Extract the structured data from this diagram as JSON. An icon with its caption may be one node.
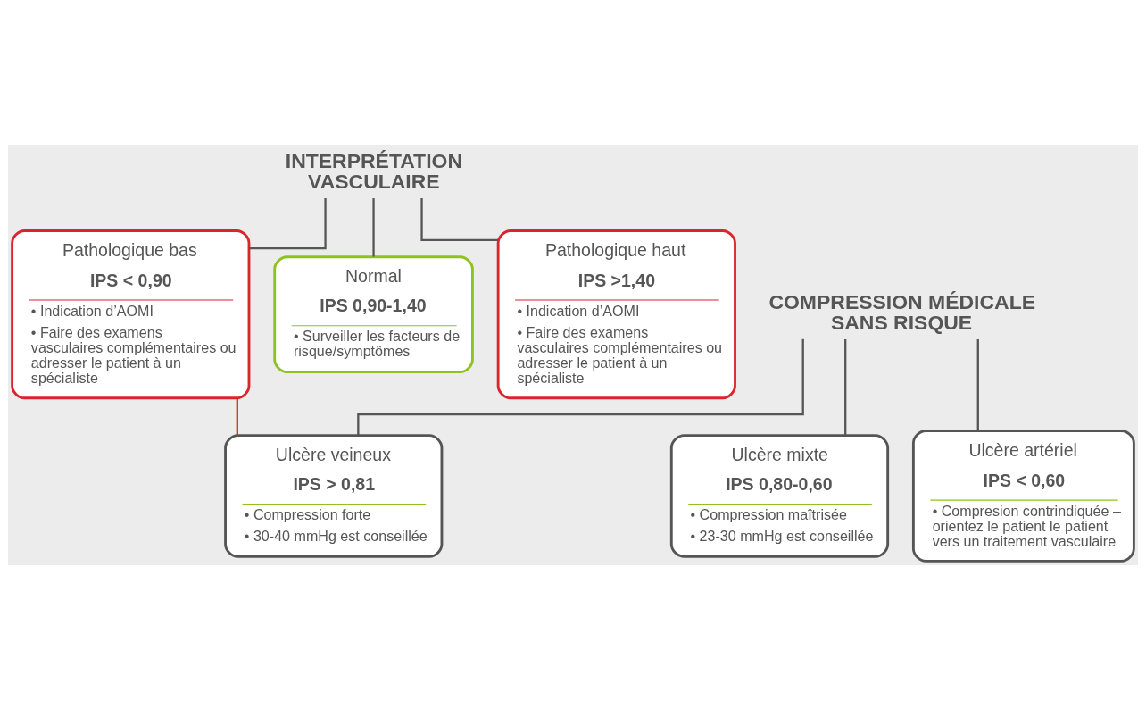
{
  "diagram": {
    "nodes": [
      {
        "text": [
          "INTERPRÉTATION VASCULAIRE"
        ]
      },
      {
        "text": [
          "Pathologique bas",
          "IPS < 0,90",
          "• Indication d’AOMI",
          "• Faire des examens vasculaires complémentaires ou adresser le patient à un spécialiste"
        ]
      },
      {
        "text": [
          "Normal",
          "IPS 0,90-1,40",
          "• Surveiller les facteurs de risque/symptômes"
        ]
      },
      {
        "text": [
          "Pathologique haut",
          "IPS >1,40",
          "• Indication d’AOMI",
          "• Faire des examens vasculaires complémentaires ou adresser le patient à un spécialiste"
        ]
      },
      {
        "text": [
          "COMPRESSION MÉDICALE SANS RISQUE"
        ]
      },
      {
        "text": [
          "Ulcère veineux",
          "IPS > 0,81",
          "• Compression forte",
          "• 30-40 mmHg est conseillée"
        ]
      },
      {
        "text": [
          "Ulcère mixte",
          "IPS 0,80-0,60",
          "• Compression maîtrisée",
          "• 23-30 mmHg est conseillée"
        ]
      },
      {
        "text": [
          "Ulcère artériel",
          "IPS < 0,60",
          "• Compresion contrindiquée – orientez le patient le patient vers un traitement vasculaire"
        ]
      }
    ],
    "edges": [
      {
        "from": 0,
        "to": 1,
        "arrow": "none"
      },
      {
        "from": 0,
        "to": 2,
        "arrow": "none"
      },
      {
        "from": 0,
        "to": 3,
        "arrow": "none"
      },
      {
        "from": 1,
        "to": 5,
        "arrow": "none",
        "color": "#d9262e"
      },
      {
        "from": 4,
        "to": 5,
        "arrow": "none"
      },
      {
        "from": 4,
        "to": 6,
        "arrow": "none"
      },
      {
        "from": 4,
        "to": 7,
        "arrow": "none"
      }
    ]
  }
}
